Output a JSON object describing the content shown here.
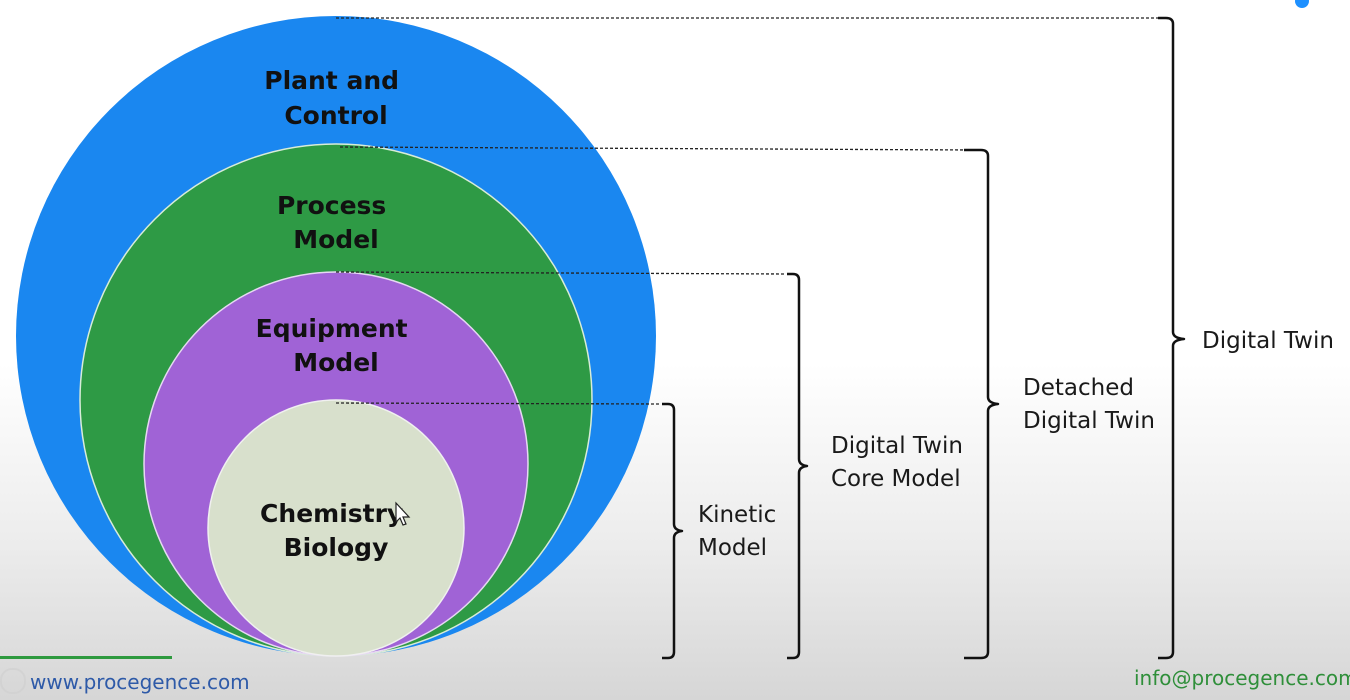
{
  "diagram": {
    "circles": [
      {
        "id": "plant",
        "lines": [
          "Plant and",
          "Control"
        ],
        "color": "#1a87f0"
      },
      {
        "id": "process",
        "lines": [
          "Process",
          "Model"
        ],
        "color": "#2e9a45"
      },
      {
        "id": "equipment",
        "lines": [
          "Equipment",
          "Model"
        ],
        "color": "#a063d6"
      },
      {
        "id": "chemistry",
        "lines": [
          "Chemistry",
          "Biology"
        ],
        "color": "#d6dfca"
      }
    ],
    "brackets": [
      {
        "id": "kinetic",
        "lines": [
          "Kinetic",
          "Model"
        ]
      },
      {
        "id": "core",
        "lines": [
          "Digital Twin",
          "Core Model"
        ]
      },
      {
        "id": "detached",
        "lines": [
          "Detached",
          "Digital Twin"
        ]
      },
      {
        "id": "twin",
        "lines": [
          "Digital Twin"
        ]
      }
    ]
  },
  "footer": {
    "website": "www.procegence.com",
    "email": "info@procegence.com"
  },
  "colors": {
    "footer_link": "#2e5aa8",
    "footer_email": "#2f8f3a",
    "accent_rule": "#2e9a3f"
  }
}
